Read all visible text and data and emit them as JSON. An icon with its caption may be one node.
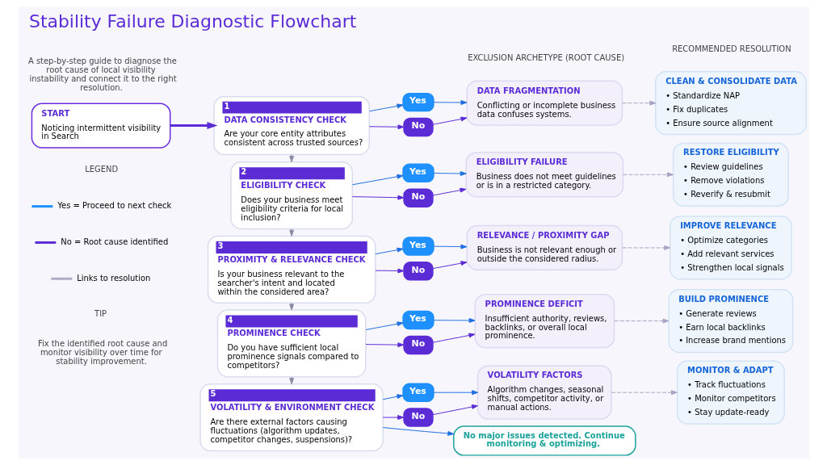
{
  "diagram": {
    "title": "Stability Failure Diagnostic Flowchart",
    "nodes": [
      {
        "text": [
          "START",
          "Noticing intermittent visibility in Search"
        ]
      },
      {
        "text": [
          "1",
          "DATA CONSISTENCY CHECK",
          "Are your core entity attributes consistent across trusted sources?"
        ]
      },
      {
        "text": [
          "Yes"
        ]
      },
      {
        "text": [
          "No"
        ]
      },
      {
        "text": [
          "DATA FRAGMENTATION",
          "Conflicting or incomplete business data confuses systems."
        ]
      },
      {
        "text": [
          "CLEAN & CONSOLIDATE DATA",
          "• Standardize NAP",
          "• Fix duplicates",
          "• Ensure source alignment"
        ]
      },
      {
        "text": [
          "2",
          "ELIGIBILITY CHECK",
          "Does your business meet eligibility criteria for local inclusion?"
        ]
      },
      {
        "text": [
          "Yes"
        ]
      },
      {
        "text": [
          "No"
        ]
      },
      {
        "text": [
          "ELIGIBILITY FAILURE",
          "Business does not meet guidelines or is in a restricted category."
        ]
      },
      {
        "text": [
          "RESTORE ELIGIBILITY",
          "• Review guidelines",
          "• Remove violations",
          "• Reverify & resubmit"
        ]
      },
      {
        "text": [
          "3",
          "PROXIMITY & RELEVANCE CHECK",
          "Is your business relevant to the searcher's intent and located within the considered area?"
        ]
      },
      {
        "text": [
          "Yes"
        ]
      },
      {
        "text": [
          "No"
        ]
      },
      {
        "text": [
          "RELEVANCE / PROXIMITY GAP",
          "Business is not relevant enough or outside the considered radius."
        ]
      },
      {
        "text": [
          "IMPROVE RELEVANCE",
          "• Optimize categories",
          "• Add relevant services",
          "• Strengthen local signals"
        ]
      },
      {
        "text": [
          "4",
          "PROMINENCE CHECK",
          "Do you have sufficient local prominence signals compared to competitors?"
        ]
      },
      {
        "text": [
          "Yes"
        ]
      },
      {
        "text": [
          "No"
        ]
      },
      {
        "text": [
          "PROMINENCE DEFICIT",
          "Insufficient authority, reviews, backlinks, or overall local prominence."
        ]
      },
      {
        "text": [
          "BUILD PROMINENCE",
          "• Generate reviews",
          "• Earn local backlinks",
          "• Increase brand mentions"
        ]
      },
      {
        "text": [
          "5",
          "VOLATILITY & ENVIRONMENT CHECK",
          "Are there external factors causing fluctuations (algorithm updates, competitor changes, suspensions)?"
        ]
      },
      {
        "text": [
          "Yes"
        ]
      },
      {
        "text": [
          "No"
        ]
      },
      {
        "text": [
          "VOLATILITY FACTORS",
          "Algorithm changes, seasonal shifts, competitor activity, or manual actions."
        ]
      },
      {
        "text": [
          "MONITOR & ADAPT",
          "• Track fluctuations",
          "• Monitor competitors",
          "• Stay update-ready"
        ]
      },
      {
        "text": [
          "No major issues detected. Continue monitoring & optimizing."
        ]
      }
    ],
    "edges": [
      {
        "from": 0,
        "to": 1,
        "arrow": "to",
        "style": "thick",
        "color": "#5b2bd6"
      },
      {
        "from": 1,
        "to": 6,
        "arrow": "to",
        "color": "#8a8aa0"
      },
      {
        "from": 6,
        "to": 11,
        "arrow": "to",
        "color": "#8a8aa0"
      },
      {
        "from": 11,
        "to": 16,
        "arrow": "to",
        "color": "#8a8aa0"
      },
      {
        "from": 16,
        "to": 21,
        "arrow": "to",
        "color": "#8a8aa0"
      },
      {
        "from": 1,
        "to": 2,
        "arrow": "to"
      },
      {
        "from": 1,
        "to": 3,
        "arrow": "to",
        "color": "#5b2bd6"
      },
      {
        "from": 2,
        "to": 4,
        "arrow": "to"
      },
      {
        "from": 3,
        "to": 4,
        "arrow": "to",
        "color": "#5b2bd6"
      },
      {
        "from": 4,
        "to": 5,
        "arrow": "to",
        "style": "dashed",
        "color": "#a9a3c4"
      },
      {
        "from": 6,
        "to": 7,
        "arrow": "to"
      },
      {
        "from": 6,
        "to": 8,
        "arrow": "to",
        "color": "#5b2bd6"
      },
      {
        "from": 7,
        "to": 9,
        "arrow": "to"
      },
      {
        "from": 8,
        "to": 9,
        "arrow": "to",
        "color": "#5b2bd6"
      },
      {
        "from": 9,
        "to": 10,
        "arrow": "to",
        "style": "dashed",
        "color": "#a9a3c4"
      },
      {
        "from": 11,
        "to": 12,
        "arrow": "to"
      },
      {
        "from": 11,
        "to": 13,
        "arrow": "to",
        "color": "#5b2bd6"
      },
      {
        "from": 12,
        "to": 14,
        "arrow": "to"
      },
      {
        "from": 13,
        "to": 14,
        "arrow": "to",
        "color": "#5b2bd6"
      },
      {
        "from": 14,
        "to": 15,
        "arrow": "to",
        "style": "dashed",
        "color": "#a9a3c4"
      },
      {
        "from": 16,
        "to": 17,
        "arrow": "to"
      },
      {
        "from": 16,
        "to": 18,
        "arrow": "to",
        "color": "#5b2bd6"
      },
      {
        "from": 17,
        "to": 19,
        "arrow": "to"
      },
      {
        "from": 18,
        "to": 19,
        "arrow": "to",
        "color": "#5b2bd6"
      },
      {
        "from": 19,
        "to": 20,
        "arrow": "to",
        "style": "dashed",
        "color": "#a9a3c4"
      },
      {
        "from": 21,
        "to": 22,
        "arrow": "to"
      },
      {
        "from": 21,
        "to": 23,
        "arrow": "to",
        "color": "#5b2bd6"
      },
      {
        "from": 22,
        "to": 24,
        "arrow": "to"
      },
      {
        "from": 23,
        "to": 24,
        "arrow": "to",
        "color": "#5b2bd6"
      },
      {
        "from": 24,
        "to": 25,
        "arrow": "to",
        "style": "dashed",
        "color": "#a9a3c4"
      },
      {
        "from": 21,
        "to": 26,
        "arrow": "to"
      }
    ],
    "labels": [
      "A step-by-step guide to diagnose the root cause of local visibility instability and connect it to the right resolution.",
      "EXCLUSION ARCHETYPE (ROOT CAUSE)",
      "RECOMMENDED RESOLUTION",
      "LEGEND",
      "TIP",
      "Fix the identified root cause and monitor visibility over time for stability improvement."
    ],
    "legend": [
      {
        "text": "Yes = Proceed to next check"
      },
      {
        "text": "No = Root cause identified"
      },
      {
        "text": "Links to resolution"
      }
    ]
  }
}
